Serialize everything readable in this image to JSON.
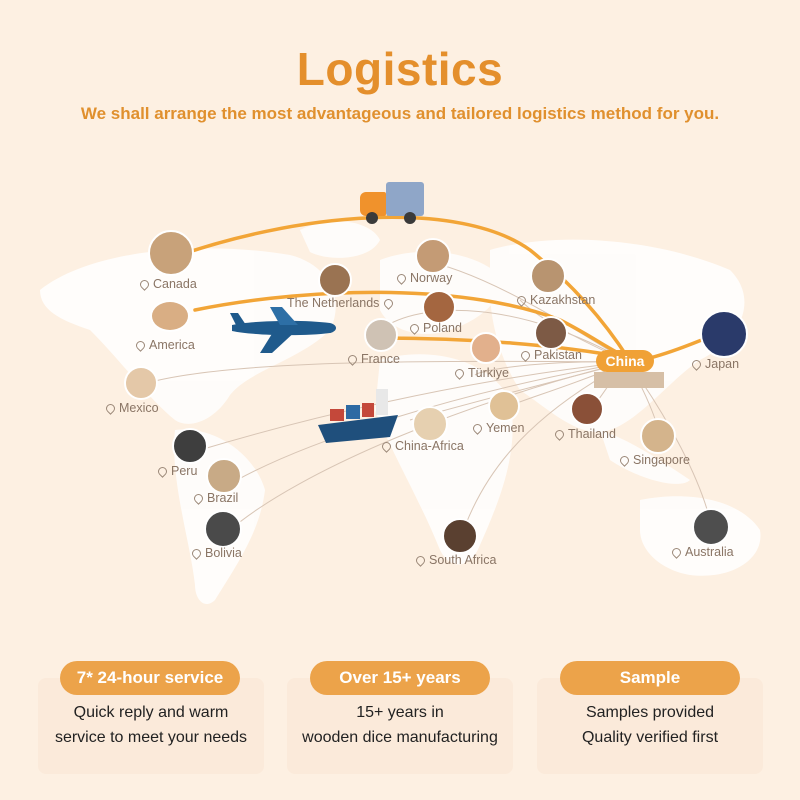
{
  "header": {
    "title": "Logistics",
    "subtitle": "We shall arrange the most advantageous and tailored logistics method for you."
  },
  "map": {
    "hub": "China",
    "locations": [
      "Canada",
      "Norway",
      "Kazakhstan",
      "The Netherlands",
      "America",
      "Poland",
      "Pakistan",
      "Japan",
      "France",
      "Türkiye",
      "Mexico",
      "Yemen",
      "Thailand",
      "China-Africa",
      "Peru",
      "Singapore",
      "Brazil",
      "Bolivia",
      "South Africa",
      "Australia"
    ]
  },
  "features": [
    {
      "badge": "7* 24-hour service",
      "line1": "Quick reply and warm",
      "line2": "service to meet your needs"
    },
    {
      "badge": "Over 15+ years",
      "line1": "15+ years in",
      "line2": "wooden dice manufacturing"
    },
    {
      "badge": "Sample",
      "line1": "Samples provided",
      "line2": "Quality verified first"
    }
  ],
  "colors": {
    "accent": "#e48f2c",
    "badge": "#eca34a",
    "route": "#f2a537"
  }
}
